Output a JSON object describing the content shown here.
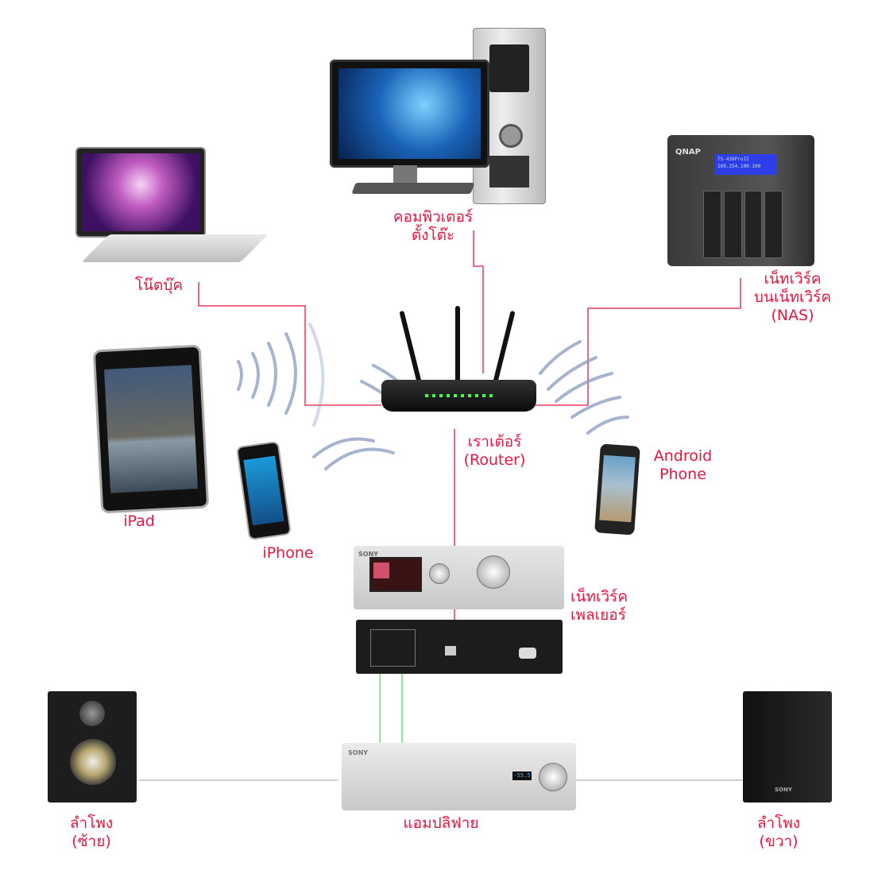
{
  "colors": {
    "label": "#e8163f",
    "network_line": "#e8163f",
    "audio_line": "#66ee66",
    "speaker_line": "#b0b0b0",
    "wifi_wave": "#8a9bbf"
  },
  "devices": {
    "desktop": {
      "label_line1": "คอมพิวเตอร์",
      "label_line2": "ตั้งโต๊ะ"
    },
    "laptop": {
      "label": "โน๊ตบุ๊ค"
    },
    "nas": {
      "label_line1": "เน็ทเวิร์ค",
      "label_line2": "บนเน็ทเวิร์ค",
      "label_line3": "(NAS)",
      "brand": "QNAP",
      "lcd_line1": "TS-439ProII",
      "lcd_line2": "169.254.100.100"
    },
    "ipad": {
      "label": "iPad"
    },
    "iphone": {
      "label": "iPhone"
    },
    "router": {
      "label_line1": "เราเต้อร์",
      "label_line2": "(Router)"
    },
    "android": {
      "label_line1": "Android",
      "label_line2": "Phone"
    },
    "network_player": {
      "label_line1": "เน็ทเวิร์ค",
      "label_line2": "เพลเยอร์",
      "brand": "SONY"
    },
    "amplifier": {
      "label": "แอมปลิฟาย",
      "brand": "SONY",
      "display": "-55.5"
    },
    "speaker_left": {
      "label_line1": "ลำโพง",
      "label_line2": "(ซ้าย)"
    },
    "speaker_right": {
      "label_line1": "ลำโพง",
      "label_line2": "(ขวา)",
      "brand": "SONY"
    }
  }
}
